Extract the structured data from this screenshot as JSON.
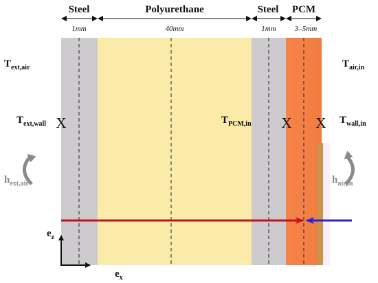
{
  "layers": [
    {
      "name": "Steel",
      "thickness": "1mm",
      "color": "#cdcbcd"
    },
    {
      "name": "Polyurethane",
      "thickness": "40mm",
      "color": "#fbeba8"
    },
    {
      "name": "Steel",
      "thickness": "1mm",
      "color": "#cdcbcd"
    },
    {
      "name": "PCM",
      "thickness": "3–5mm",
      "color": "#f5844a"
    }
  ],
  "temperatures": {
    "ext_air": {
      "main": "T",
      "sub": "ext,air"
    },
    "air_in": {
      "main": "T",
      "sub": "air,in"
    },
    "ext_wall": {
      "main": "T",
      "sub": "ext,wall"
    },
    "pcm_in": {
      "main": "T",
      "sub": "PCM,in"
    },
    "wall_in": {
      "main": "T",
      "sub": "wall,in"
    }
  },
  "marker_symbol": "X",
  "heat_transfer": {
    "ext_air": {
      "main": "h",
      "sub": "ext,air"
    },
    "air_in": {
      "main": "h",
      "sub": "air,in"
    }
  },
  "axes": {
    "z": {
      "main": "e",
      "sub": "z"
    },
    "x": {
      "main": "e",
      "sub": "x"
    }
  },
  "colors": {
    "steel": "#cdcbcd",
    "polyurethane": "#fbeba8",
    "pcm": "#f5844a",
    "pcm_edge": "#c7934d",
    "red_arrow": "#c0121a",
    "blue_arrow": "#2424d6",
    "curve_arrow": "#8a8a8a"
  }
}
